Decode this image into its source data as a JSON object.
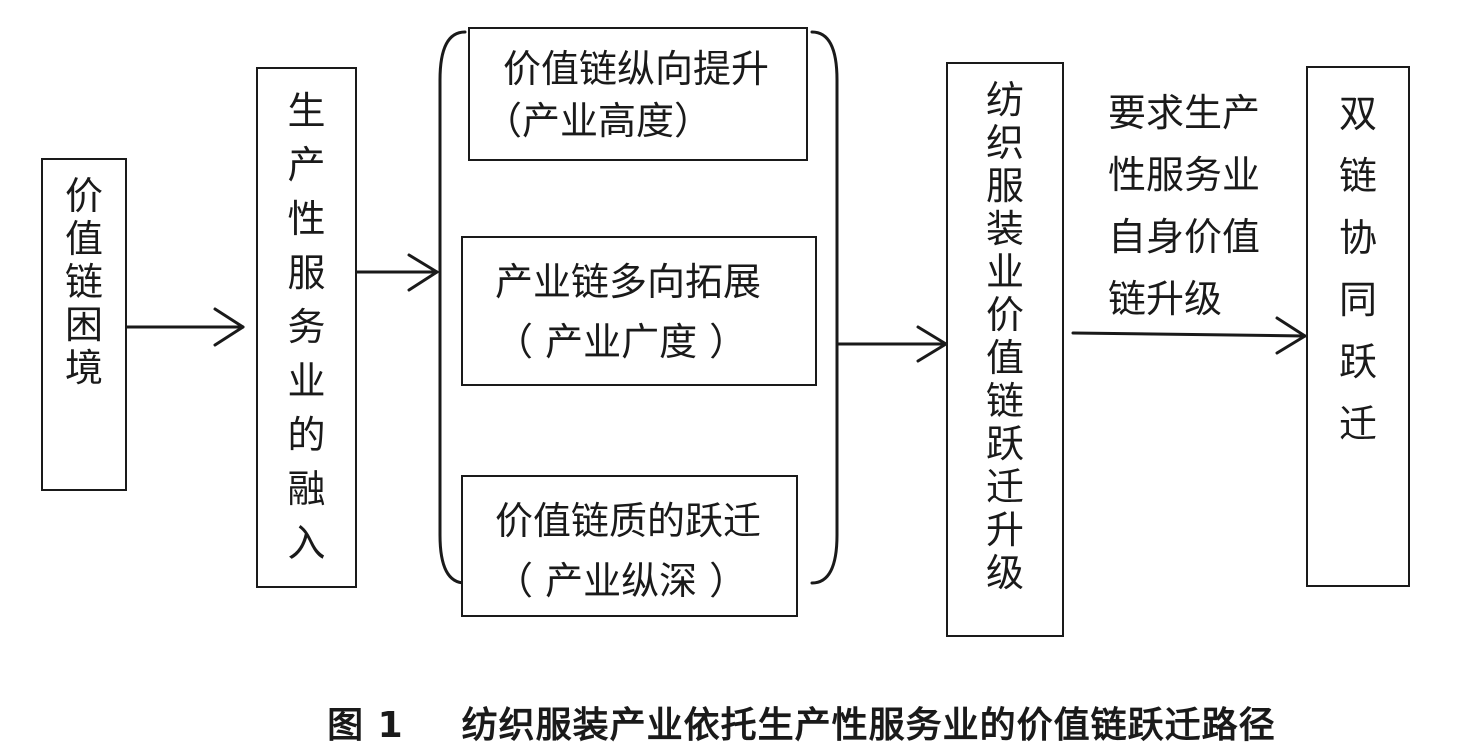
{
  "boxes": {
    "dilemma": "价值链困境",
    "integration": "生产性服务业的融入",
    "vertical": {
      "line1": "价值链纵向提升",
      "line2": "（产业高度）"
    },
    "multi": {
      "line1": "产业链多向拓展",
      "line2": "（ 产业广度 ）"
    },
    "quality": {
      "line1": "价值链质的跃迁",
      "line2": "（ 产业纵深 ）"
    },
    "upgrade": "纺织服装业价值链跃迁升级",
    "synergy": "双链协同跃迁"
  },
  "arrow_label": {
    "line1": "要求生产",
    "line2": "性服务业",
    "line3": "自身价值",
    "line4": "链升级"
  },
  "caption": {
    "number": "图 1",
    "title": "纺织服装产业依托生产性服务业的价值链跃迁路径"
  }
}
